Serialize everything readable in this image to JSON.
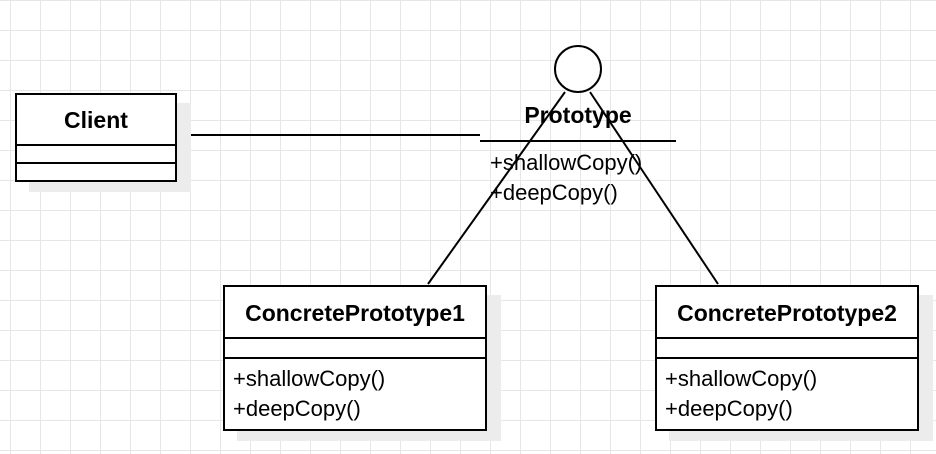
{
  "diagram": {
    "client": {
      "name": "Client"
    },
    "prototype": {
      "name": "Prototype",
      "operations": [
        "+shallowCopy()",
        "+deepCopy()"
      ]
    },
    "concrete1": {
      "name": "ConcretePrototype1",
      "operations": [
        "+shallowCopy()",
        "+deepCopy()"
      ]
    },
    "concrete2": {
      "name": "ConcretePrototype2",
      "operations": [
        "+shallowCopy()",
        "+deepCopy()"
      ]
    }
  }
}
